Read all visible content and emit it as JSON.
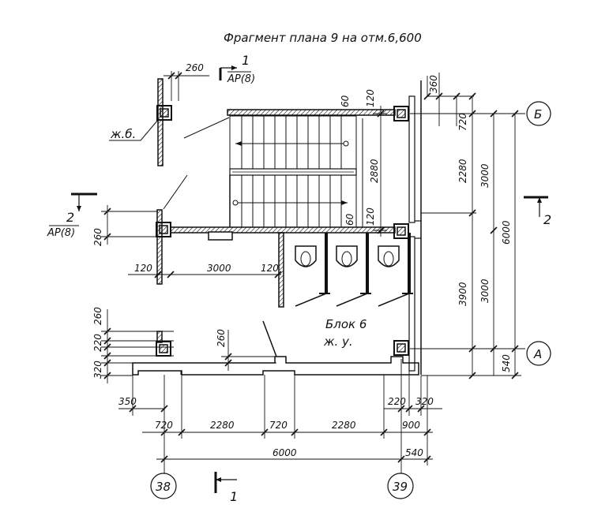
{
  "title": "Фрагмент плана 9 на отм.6,600",
  "section_1": {
    "number": "1",
    "ref": "AP(8)"
  },
  "section_2": {
    "number": "2",
    "ref": "AP(8)"
  },
  "label_zhb": "ж.б.",
  "block_label": "Блок 6",
  "block_sub": "ж. у.",
  "axes": {
    "b": "Б",
    "a": "А",
    "ax38": "38",
    "ax39": "39"
  },
  "dims": {
    "d260_top": "260",
    "d360": "360",
    "d720_r": "720",
    "d60_a": "60",
    "d120_a": "120",
    "d2880": "2880",
    "d2280_r": "2280",
    "d3000_a": "3000",
    "d6000_v": "6000",
    "d60_b": "60",
    "d120_b": "120",
    "d260_left": "260",
    "d3900": "3900",
    "d3000_b": "3000",
    "d540_v": "540",
    "d120_l": "120",
    "d3000_h": "3000",
    "d120_m": "120",
    "d260_a": "260",
    "d220_a": "220",
    "d320_a": "320",
    "d260_mid": "260",
    "d350": "350",
    "d220_b": "220",
    "d320_b": "320",
    "b720_a": "720",
    "b2280_a": "2280",
    "b720_b": "720",
    "b2280_b": "2280",
    "b900": "900",
    "b6000": "6000",
    "b540": "540"
  }
}
